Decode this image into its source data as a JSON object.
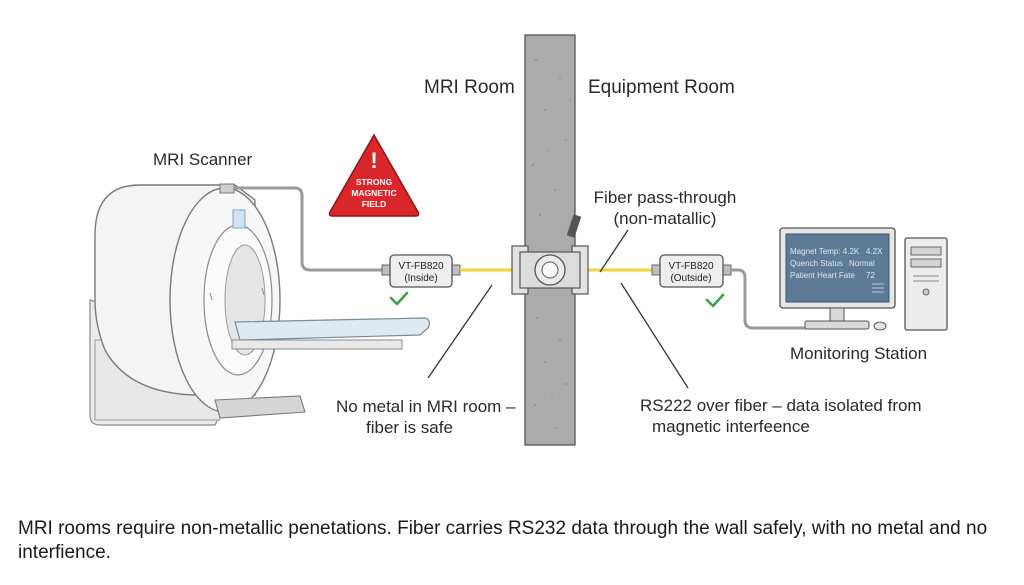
{
  "labels": {
    "mri_room": "MRI Room",
    "equipment_room": "Equipment Room",
    "mri_scanner": "MRI Scanner",
    "fiber_passthrough_line1": "Fiber pass-through",
    "fiber_passthrough_line2": "(non-matallic)",
    "monitoring_station": "Monitoring Station",
    "no_metal_line1": "No metal in MRI room –",
    "no_metal_line2": "fiber is safe",
    "rs232_line1": "RS222 over fiber – data isolated from",
    "rs232_line2": "magnetic interfeence"
  },
  "warning_sign": {
    "symbol": "!",
    "line1": "STRONG",
    "line2": "MAGNETIC",
    "line3": "FIELD",
    "color": "#d9262a"
  },
  "converter_inside": {
    "model": "VT-FB820",
    "location": "(Inside)"
  },
  "converter_outside": {
    "model": "VT-FB820",
    "location": "(Outside)"
  },
  "monitor_screen": {
    "row1_label": "Magnet Temp: 4.2K",
    "row1_value": "4.2X",
    "row2_label": "Quench Status",
    "row2_value": "Normal",
    "row3_label": "Patient Heart Fate",
    "row3_value": "72"
  },
  "caption": "MRI rooms require non-metallic penetations.  Fiber  carries RS232 data through the wall safely, with no metal and no interfience.",
  "colors": {
    "fiber": "#f2d43a",
    "check": "#3aa24a",
    "wall": "#a9a9a9",
    "screen": "#5d7a96"
  },
  "icons": {
    "warning": "warning-triangle-icon",
    "check": "checkmark-icon"
  }
}
